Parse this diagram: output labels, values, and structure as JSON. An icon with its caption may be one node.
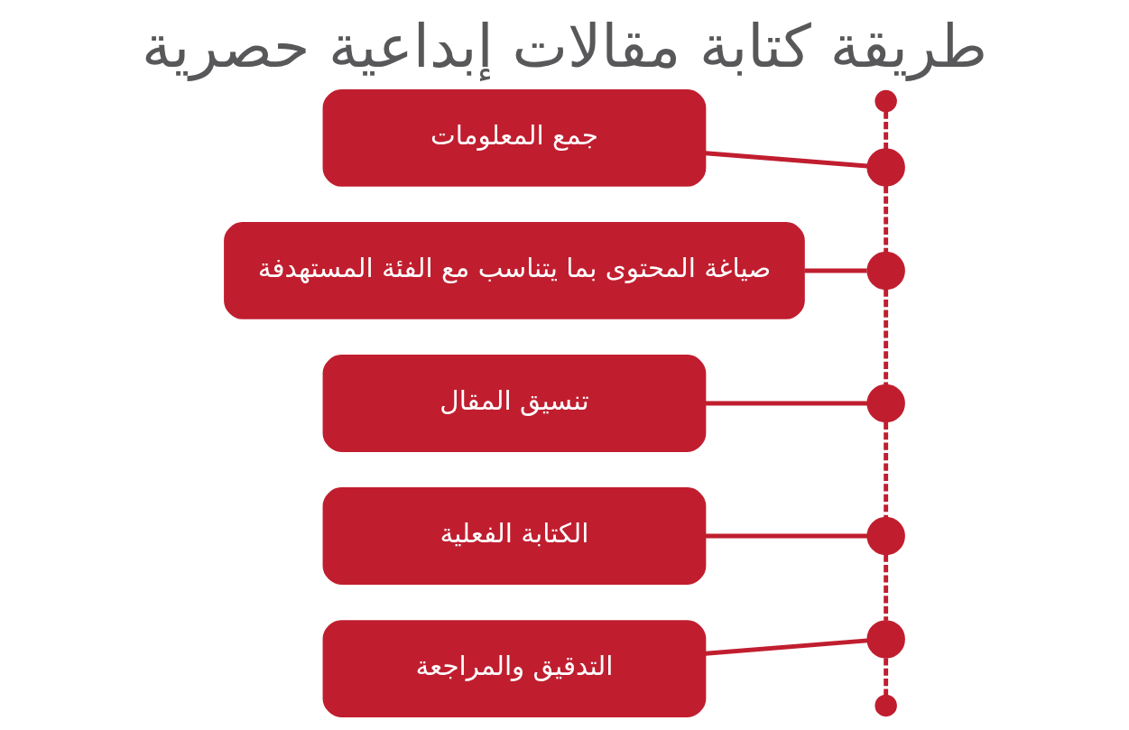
{
  "diagram": {
    "title": "طريقة كتابة مقالات إبداعية حصرية",
    "nodes": [
      {
        "text": [
          "جمع المعلومات"
        ]
      },
      {
        "text": [
          "صياغة المحتوى بما يتناسب مع الفئة المستهدفة"
        ]
      },
      {
        "text": [
          "تنسيق المقال"
        ]
      },
      {
        "text": [
          "الكتابة الفعلية"
        ]
      },
      {
        "text": [
          "التدقيق والمراجعة"
        ]
      },
      {
        "text": [],
        "shape": "circle"
      },
      {
        "text": [],
        "shape": "circle"
      },
      {
        "text": [],
        "shape": "circle"
      },
      {
        "text": [],
        "shape": "circle"
      },
      {
        "text": [],
        "shape": "circle"
      },
      {
        "text": [],
        "shape": "circle"
      },
      {
        "text": [],
        "shape": "circle"
      }
    ],
    "edges": [
      {
        "from": 0,
        "to": 6,
        "arrow": "none"
      },
      {
        "from": 1,
        "to": 7,
        "arrow": "none"
      },
      {
        "from": 2,
        "to": 8,
        "arrow": "none"
      },
      {
        "from": 3,
        "to": 9,
        "arrow": "none"
      },
      {
        "from": 4,
        "to": 10,
        "arrow": "none"
      },
      {
        "from": 5,
        "to": 6,
        "arrow": "none",
        "style": "dashed"
      },
      {
        "from": 6,
        "to": 7,
        "arrow": "none",
        "style": "dashed"
      },
      {
        "from": 7,
        "to": 8,
        "arrow": "none",
        "style": "dashed"
      },
      {
        "from": 8,
        "to": 9,
        "arrow": "none",
        "style": "dashed"
      },
      {
        "from": 9,
        "to": 10,
        "arrow": "none",
        "style": "dashed"
      },
      {
        "from": 10,
        "to": 11,
        "arrow": "none",
        "style": "dashed"
      }
    ]
  }
}
